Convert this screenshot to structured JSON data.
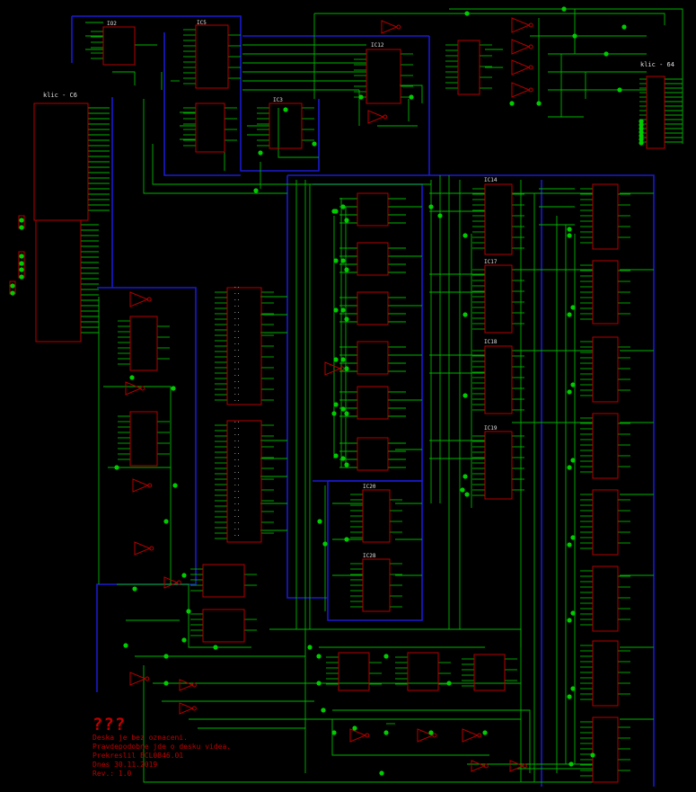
{
  "colors": {
    "background": "#000000",
    "wire": "#00b400",
    "component": "#b40000",
    "bus": "#1a1ad0",
    "junction": "#00cc00",
    "text": "#cccccc",
    "note": "#c00000"
  },
  "connectors": {
    "left": "klic - C6",
    "right": "klic - 64"
  },
  "chips": {
    "ic2": "IO2",
    "ic3": "IC3",
    "ic5": "IC5",
    "ic12": "IC12",
    "ic14": "IC14",
    "ic17": "IC17",
    "ic18": "IC18",
    "ic19": "IC19",
    "ic20": "IC20",
    "ic28": "IC28"
  },
  "notes": {
    "title": "???",
    "line1": "Deska je bez oznaceni.",
    "line2": "Pravdepodobne jde o desku videa.",
    "line3": "Prekreslil ECL0846.01",
    "line4": "Dnes 30.11.2019",
    "line5": "Rev.: 1.0"
  }
}
